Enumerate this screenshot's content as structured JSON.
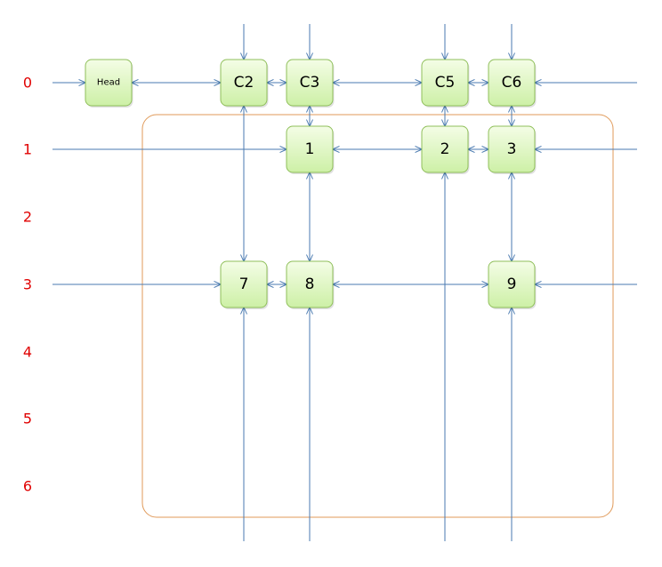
{
  "colors": {
    "row_label": "#e00000",
    "link": "#4a7ab0",
    "frame": "#e09a5a",
    "node_fill_top": "#f4fde6",
    "node_fill_bottom": "#cdf0a6",
    "node_border": "#8fbf5a"
  },
  "row_labels": [
    "0",
    "1",
    "2",
    "3",
    "4",
    "5",
    "6"
  ],
  "nodes": [
    {
      "id": "head",
      "label": "Head"
    },
    {
      "id": "c2",
      "label": "C2"
    },
    {
      "id": "c3",
      "label": "C3"
    },
    {
      "id": "c5",
      "label": "C5"
    },
    {
      "id": "c6",
      "label": "C6"
    },
    {
      "id": "n1",
      "label": "1"
    },
    {
      "id": "n2",
      "label": "2"
    },
    {
      "id": "n3",
      "label": "3"
    },
    {
      "id": "n7",
      "label": "7"
    },
    {
      "id": "n8",
      "label": "8"
    },
    {
      "id": "n9",
      "label": "9"
    }
  ],
  "edges": [
    [
      "head",
      "c2"
    ],
    [
      "c2",
      "c3"
    ],
    [
      "c3",
      "c5"
    ],
    [
      "c5",
      "c6"
    ],
    [
      "c3",
      "n1"
    ],
    [
      "c5",
      "n2"
    ],
    [
      "c6",
      "n3"
    ],
    [
      "n1",
      "n2"
    ],
    [
      "n2",
      "n3"
    ],
    [
      "c2",
      "n7"
    ],
    [
      "n1",
      "n8"
    ],
    [
      "n3",
      "n9"
    ],
    [
      "n7",
      "n8"
    ],
    [
      "n8",
      "n9"
    ]
  ]
}
